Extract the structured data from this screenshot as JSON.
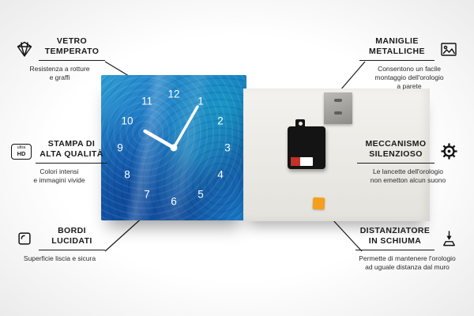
{
  "colors": {
    "line": "#1a1a1a",
    "foam_orange": "#f59f1e",
    "clock_blue": "#1b6fc2",
    "panel_gray": "#edebe6",
    "mechanism_black": "#141414"
  },
  "callouts": {
    "left": [
      {
        "icon": "diamond",
        "title": "VETRO\nTEMPERATO",
        "desc": "Resistenza a rotture\ne graffi"
      },
      {
        "icon": "ultra-hd",
        "hd_top": "ultra",
        "hd_bottom": "HD",
        "title": "STAMPA DI\nALTA QUALITÀ",
        "desc": "Colori intensi\ne immagini vivide"
      },
      {
        "icon": "polished-edge",
        "title": "BORDI\nLUCIDATI",
        "desc": "Superficie liscia e sicura"
      }
    ],
    "right": [
      {
        "icon": "picture-frame",
        "title": "MANIGLIE\nMETALLICHE",
        "desc": "Consentono un facile\nmontaggio dell'orologio\na parete"
      },
      {
        "icon": "gear",
        "title": "MECCANISMO\nSILENZIOSO",
        "desc": "Le lancette dell'orologio\nnon emetton alcun suono"
      },
      {
        "icon": "foam-spacer",
        "title": "DISTANZIATORE\nIN SCHIUMA",
        "desc": "Permette di mantenere l'orologio\nad uguale distanza dal muro"
      }
    ]
  },
  "clock": {
    "n1": "1",
    "n2": "2",
    "n3": "3",
    "n4": "4",
    "n5": "5",
    "n6": "6",
    "n7": "7",
    "n8": "8",
    "n9": "9",
    "n10": "10",
    "n11": "11",
    "n12": "12"
  }
}
